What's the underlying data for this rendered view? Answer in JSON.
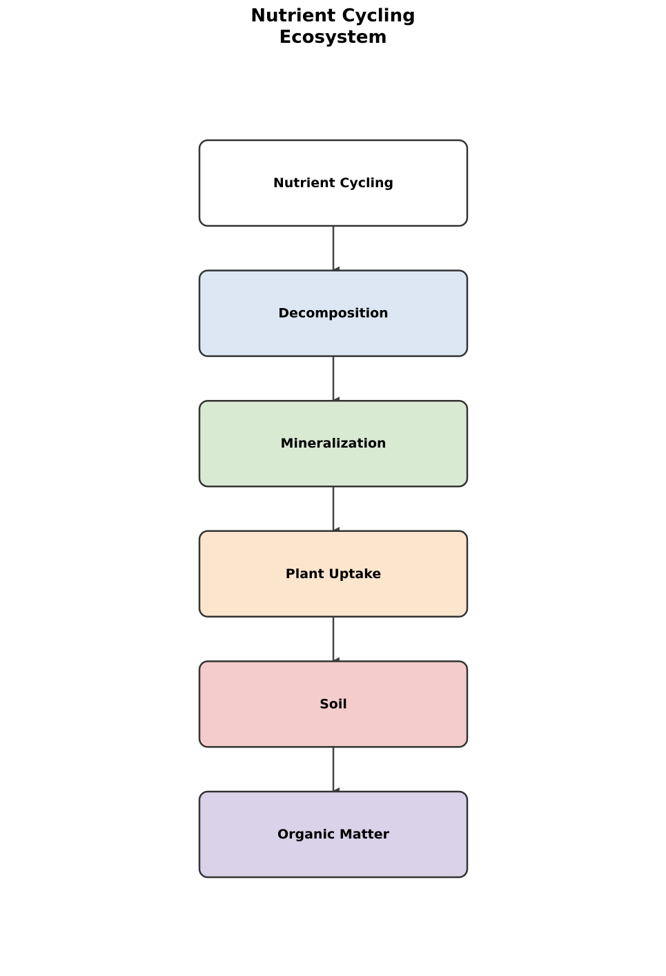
{
  "title": {
    "line1": "Nutrient Cycling",
    "line2": "Ecosystem"
  },
  "stroke_color": "#333333",
  "arrow_color": "#444444",
  "nodes": [
    {
      "label": "Nutrient Cycling",
      "fill": "#ffffff"
    },
    {
      "label": "Decomposition",
      "fill": "#dce7f3"
    },
    {
      "label": "Mineralization",
      "fill": "#d9ead3"
    },
    {
      "label": "Plant Uptake",
      "fill": "#fce5cd"
    },
    {
      "label": "Soil",
      "fill": "#f4cccc"
    },
    {
      "label": "Organic Matter",
      "fill": "#d9d2e9"
    }
  ],
  "edges": [
    {
      "from": 0,
      "to": 1
    },
    {
      "from": 1,
      "to": 2
    },
    {
      "from": 2,
      "to": 3
    },
    {
      "from": 3,
      "to": 4
    },
    {
      "from": 4,
      "to": 5
    }
  ]
}
